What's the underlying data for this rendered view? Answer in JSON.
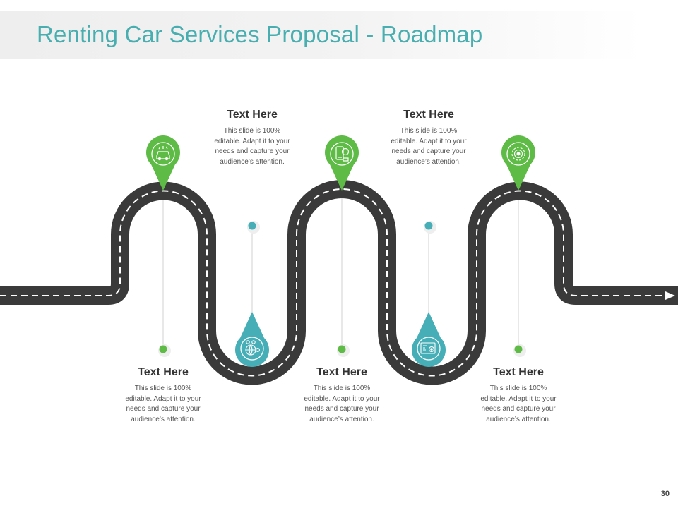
{
  "title": "Renting Car Services Proposal - Roadmap",
  "page_number": "30",
  "colors": {
    "title": "#49aeb0",
    "green": "#5dbb46",
    "teal": "#46aeb7",
    "road": "#3a3a3a"
  },
  "milestones": [
    {
      "heading": "Text Here",
      "lines": [
        "This slide is 100%",
        "editable. Adapt it to your",
        "needs and capture your",
        "audience’s attention."
      ],
      "icon": "car-wash-icon",
      "pin_color": "green"
    },
    {
      "heading": "Text Here",
      "lines": [
        "This slide is 100%",
        "editable. Adapt it to your",
        "needs and capture your",
        "audience’s attention."
      ],
      "icon": "global-settings-icon",
      "pin_color": "teal"
    },
    {
      "heading": "Text Here",
      "lines": [
        "This slide is 100%",
        "editable. Adapt it to your",
        "needs and capture your",
        "audience’s attention."
      ],
      "icon": "mobile-service-icon",
      "pin_color": "green"
    },
    {
      "heading": "Text Here",
      "lines": [
        "This slide is 100%",
        "editable. Adapt it to your",
        "needs and capture your",
        "audience’s attention."
      ],
      "icon": "settings-dashboard-icon",
      "pin_color": "teal"
    },
    {
      "heading": "Text Here",
      "lines": [
        "This slide is 100%",
        "editable. Adapt it to your",
        "needs and capture your",
        "audience’s attention."
      ],
      "icon": "target-gear-icon",
      "pin_color": "green"
    }
  ]
}
